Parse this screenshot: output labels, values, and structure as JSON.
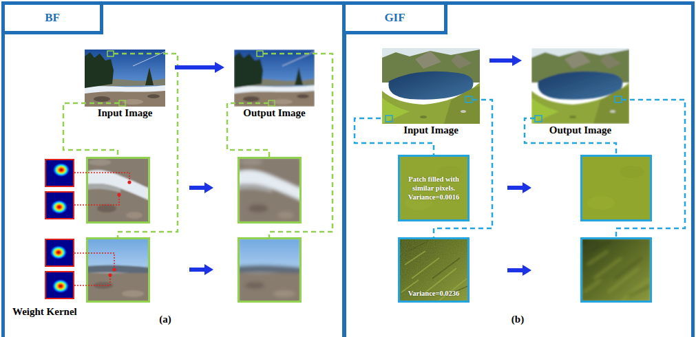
{
  "diagram": {
    "nodes": [
      {
        "text": [
          "BF"
        ]
      },
      {
        "text": [
          "Input Image"
        ]
      },
      {
        "text": [
          "Output Image"
        ]
      },
      {
        "text": [
          "GIF"
        ]
      },
      {
        "text": [
          "Input Image"
        ]
      },
      {
        "text": [
          "Output Image"
        ]
      },
      {
        "text": [
          "Patch filled with similar pixels.",
          "Variance=0.0016"
        ]
      },
      {
        "text": [
          "Variance=0.0236"
        ]
      }
    ],
    "edges": [
      {
        "from": 1,
        "to": 2,
        "arrow": "to"
      },
      {
        "from": 4,
        "to": 5,
        "arrow": "to"
      },
      {
        "from": 4,
        "to": 6,
        "arrow": "none"
      },
      {
        "from": 4,
        "to": 7,
        "arrow": "none"
      }
    ],
    "labels": [
      "Weight Kernel",
      "(a)",
      "(b)"
    ]
  }
}
